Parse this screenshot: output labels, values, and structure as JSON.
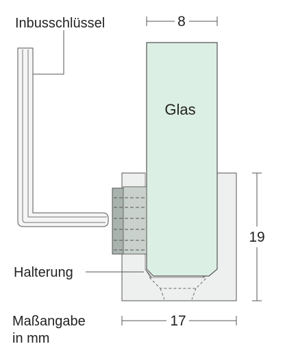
{
  "labels": {
    "allen_key": "Inbusschlüssel",
    "glass": "Glas",
    "holder": "Halterung",
    "unit_line1": "Maßangabe",
    "unit_line2": "in mm"
  },
  "dimensions": {
    "glass_thickness": "8",
    "holder_height": "19",
    "holder_width": "17"
  },
  "colors": {
    "glass_fill": "#dcefe4",
    "holder_fill": "#eef0ef",
    "screw_fill": "#a9b3ae",
    "line": "#555555",
    "text": "#222222"
  }
}
